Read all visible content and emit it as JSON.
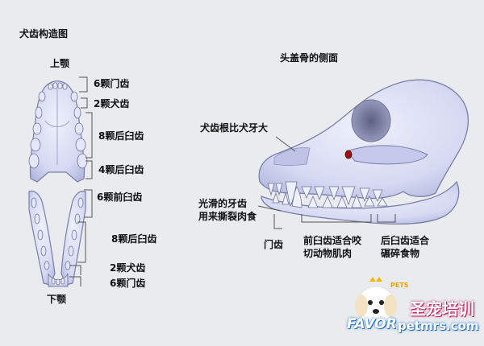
{
  "diagram": {
    "title": "犬齿构造图",
    "skull_title": "头盖骨的侧面",
    "upper_jaw_label": "上颚",
    "lower_jaw_label": "下颚",
    "upper_annotations": [
      "6颗门齿",
      "2颗犬齿",
      "8颗后臼齿",
      "4颗后臼齿"
    ],
    "lower_annotations": [
      "6颗前臼齿",
      "8颗后臼齿",
      "2颗犬齿",
      "6颗门齿"
    ],
    "skull_annotations": {
      "canine_root": "犬齿根比犬牙大",
      "canine_smooth_line1": "光滑的牙齿",
      "canine_smooth_line2": "用来撕裂肉食",
      "incisors": "门齿",
      "premolar_line1": "前臼齿适合咬",
      "premolar_line2": "切动物肌肉",
      "molar_line1": "后臼齿适合",
      "molar_line2": "碾碎食物"
    }
  },
  "watermark": {
    "brand_cn": "圣宠培训",
    "brand_en": "FAVOR",
    "url": "petmrs.com",
    "pets": "PETS"
  },
  "colors": {
    "background": "#e9ebef",
    "bone": "#d8dcf4",
    "bone_shade": "#a7acd6",
    "bone_outline": "#6f7498",
    "line": "#555555"
  }
}
